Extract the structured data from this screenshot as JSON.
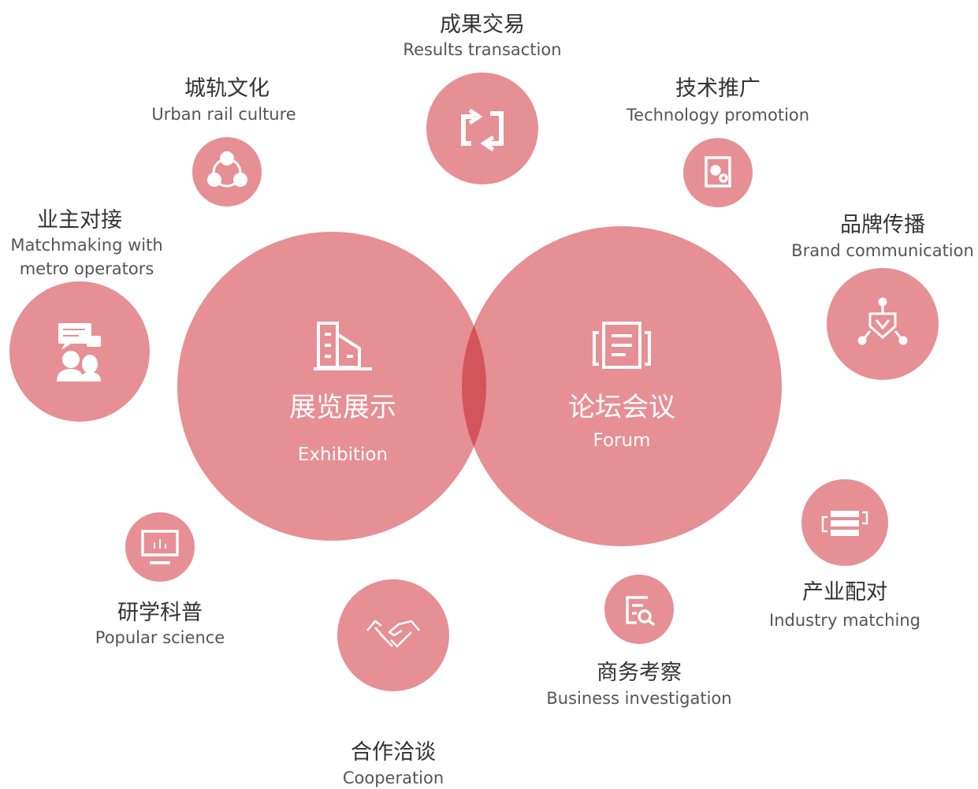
{
  "main_circles": [
    {
      "id": "exhibition",
      "title_zh": "展览展示",
      "title_en": "Exhibition",
      "icon": "building-icon"
    },
    {
      "id": "forum",
      "title_zh": "论坛会议",
      "title_en": "Forum",
      "icon": "document-icon"
    }
  ],
  "nodes": [
    {
      "id": "results-transaction",
      "title_zh": "成果交易",
      "title_en": "Results transaction",
      "icon": "exchange-icon"
    },
    {
      "id": "technology-promotion",
      "title_zh": "技术推广",
      "title_en": "Technology promotion",
      "icon": "gear-document-icon"
    },
    {
      "id": "brand-communication",
      "title_zh": "品牌传播",
      "title_en": "Brand communication",
      "icon": "network-shield-icon"
    },
    {
      "id": "industry-matching",
      "title_zh": "产业配对",
      "title_en": "Industry matching",
      "icon": "server-stack-icon"
    },
    {
      "id": "business-investigation",
      "title_zh": "商务考察",
      "title_en": "Business investigation",
      "icon": "document-search-icon"
    },
    {
      "id": "cooperation",
      "title_zh": "合作洽谈",
      "title_en": "Cooperation",
      "icon": "handshake-icon"
    },
    {
      "id": "popular-science",
      "title_zh": "研学科普",
      "title_en": "Popular science",
      "icon": "monitor-chart-icon"
    },
    {
      "id": "matchmaking",
      "title_zh": "业主对接",
      "title_en_line1": "Matchmaking with",
      "title_en_line2": "metro operators",
      "icon": "people-chat-icon"
    },
    {
      "id": "urban-rail-culture",
      "title_zh": "城轨文化",
      "title_en": "Urban rail culture",
      "icon": "cycle-nodes-icon"
    }
  ],
  "colors": {
    "circle_fill": "#e68f94",
    "overlap_fill": "#d4545c",
    "icon": "#ffffff",
    "title_zh": "#333333",
    "title_en": "#555555"
  }
}
